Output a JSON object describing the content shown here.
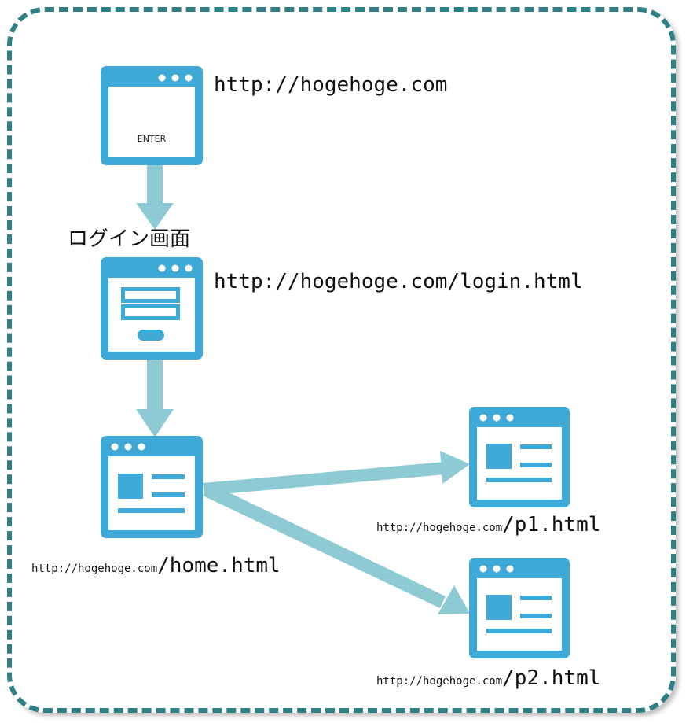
{
  "colors": {
    "frame": "#2e7f86",
    "window": "#3ea9d6",
    "arrow": "#8ecad3"
  },
  "pages": {
    "entry": {
      "url": "http://hogehoge.com",
      "button_text": "ENTER",
      "icon": "browser-window-icon"
    },
    "login": {
      "title": "ログイン画面",
      "url": "http://hogehoge.com/login.html",
      "icon": "login-form-icon"
    },
    "home": {
      "url_prefix": "http://hogehoge.com",
      "url_path": "/home.html",
      "icon": "content-page-icon"
    },
    "p1": {
      "url_prefix": "http://hogehoge.com",
      "url_path": "/p1.html",
      "icon": "content-page-icon"
    },
    "p2": {
      "url_prefix": "http://hogehoge.com",
      "url_path": "/p2.html",
      "icon": "content-page-icon"
    }
  }
}
